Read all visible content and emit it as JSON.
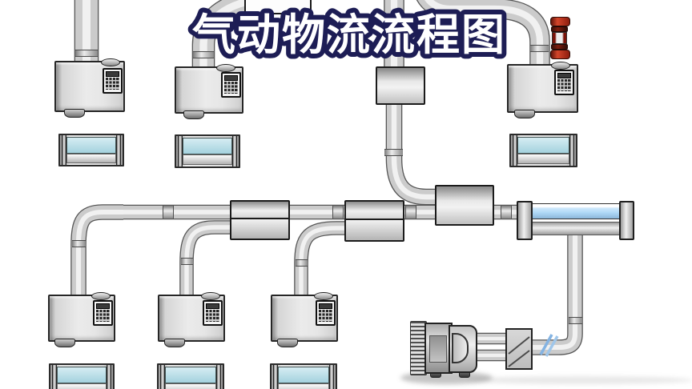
{
  "title": {
    "text": "气动物流流程图",
    "fill_color": "#ffffff",
    "outline_color": "#1d1d55"
  },
  "diagram": {
    "type": "pneumatic-tube-logistics-flow-diagram",
    "background_color": "#ffffff",
    "colors": {
      "pipe_body": "#cbcbcb",
      "pipe_edge": "#565656",
      "pipe_highlight": "#f1f1f1",
      "device_outline": "#1b1b1b",
      "bin_window_cyan": "#a4d2de",
      "clear_tube_blue": "#aed8f6",
      "carrier_red": "#c23a20",
      "coupling_blue": "#84b3e2"
    },
    "components": {
      "stations": [
        "station-top-left",
        "station-top-center",
        "station-top-right",
        "station-bottom-left",
        "station-bottom-center",
        "station-bottom-right"
      ],
      "bins": [
        "bin-top-left",
        "bin-top-center",
        "bin-top-right",
        "bin-bottom-left",
        "bin-bottom-center",
        "bin-bottom-right"
      ],
      "devices": [
        "top-edge-box",
        "inline-diverter-top",
        "merge-box",
        "transfer-box-1",
        "transfer-box-2",
        "transparent-tube-unit",
        "three-way-valve",
        "blower-unit",
        "carrier-capsule"
      ]
    }
  }
}
